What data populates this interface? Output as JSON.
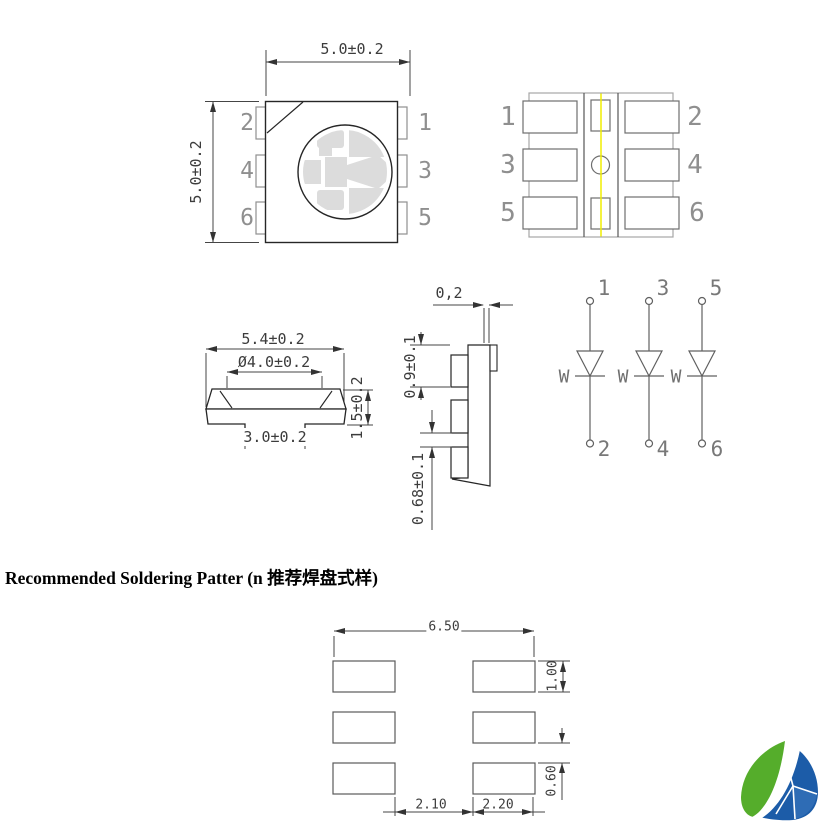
{
  "title": "SMD LED package outline drawing",
  "colors": {
    "line_dark": "#262626",
    "line_dim": "#454545",
    "line_gray": "#909090",
    "pad_outline": "#6e6e6e",
    "chip_fill": "#dcdcdc",
    "center_mark_yellow": "#f0ee00",
    "logo_green": "#55ad2b",
    "logo_blue": "#1c5ca8"
  },
  "top_view": {
    "dim_width": "5.0±0.2",
    "dim_height": "5.0±0.2",
    "pin_labels_left": [
      "2",
      "4",
      "6"
    ],
    "pin_labels_right": [
      "1",
      "3",
      "5"
    ]
  },
  "bottom_view": {
    "pin_labels_left": [
      "1",
      "3",
      "5"
    ],
    "pin_labels_right": [
      "2",
      "4",
      "6"
    ]
  },
  "front_view": {
    "dim_width": "5.4±0.2",
    "dim_lens": "Ø4.0±0.2",
    "dim_bottom_pad": "3.0±0.2",
    "dim_height": "1.5±0.2"
  },
  "side_view": {
    "dim_lead_thickness": "0,2",
    "dim_pad_height": "0.9±0.1",
    "dim_pad_gap": "0.68±0.1"
  },
  "schematic": {
    "diode_label": "W",
    "top_pins": [
      "1",
      "3",
      "5"
    ],
    "bottom_pins": [
      "2",
      "4",
      "6"
    ]
  },
  "heading": "Recommended Soldering Patter (n 推荐焊盘式样)",
  "solder_pattern": {
    "dim_total_width": "6.50",
    "dim_pad_height": "1.00",
    "dim_row_gap": "0.60",
    "dim_col_gap": "2.10",
    "dim_pad_width": "2.20"
  }
}
